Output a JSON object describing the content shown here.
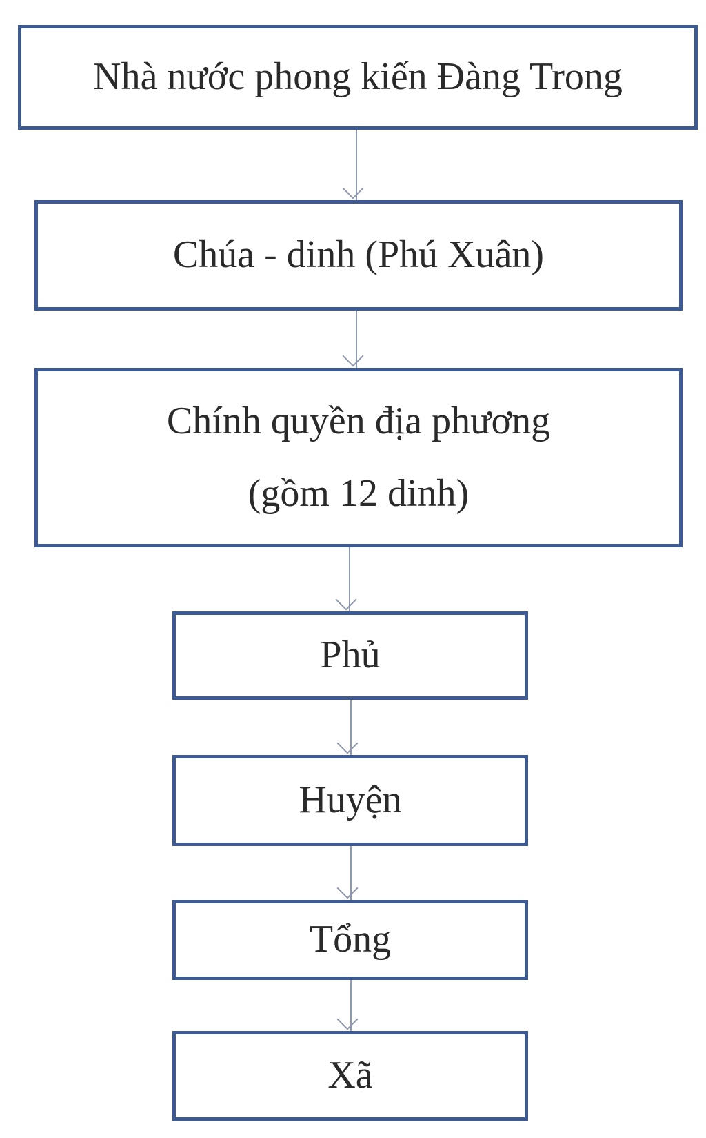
{
  "diagram": {
    "nodes": [
      {
        "id": "n1",
        "lines": [
          "Nhà nước phong kiến Đàng Trong"
        ]
      },
      {
        "id": "n2",
        "lines": [
          "Chúa - dinh (Phú Xuân)"
        ]
      },
      {
        "id": "n3",
        "lines": [
          "Chính quyền địa phương",
          "(gồm 12 dinh)"
        ]
      },
      {
        "id": "n4",
        "lines": [
          "Phủ"
        ]
      },
      {
        "id": "n5",
        "lines": [
          "Huyện"
        ]
      },
      {
        "id": "n6",
        "lines": [
          "Tổng"
        ]
      },
      {
        "id": "n7",
        "lines": [
          "Xã"
        ]
      }
    ],
    "edges": [
      {
        "from": "n1",
        "to": "n2"
      },
      {
        "from": "n2",
        "to": "n3"
      },
      {
        "from": "n3",
        "to": "n4"
      },
      {
        "from": "n4",
        "to": "n5"
      },
      {
        "from": "n5",
        "to": "n6"
      },
      {
        "from": "n6",
        "to": "n7"
      }
    ],
    "colors": {
      "box_border": "#3d5a93",
      "arrow": "#8f99ad",
      "text": "#2a2a2a",
      "background": "#ffffff"
    }
  }
}
